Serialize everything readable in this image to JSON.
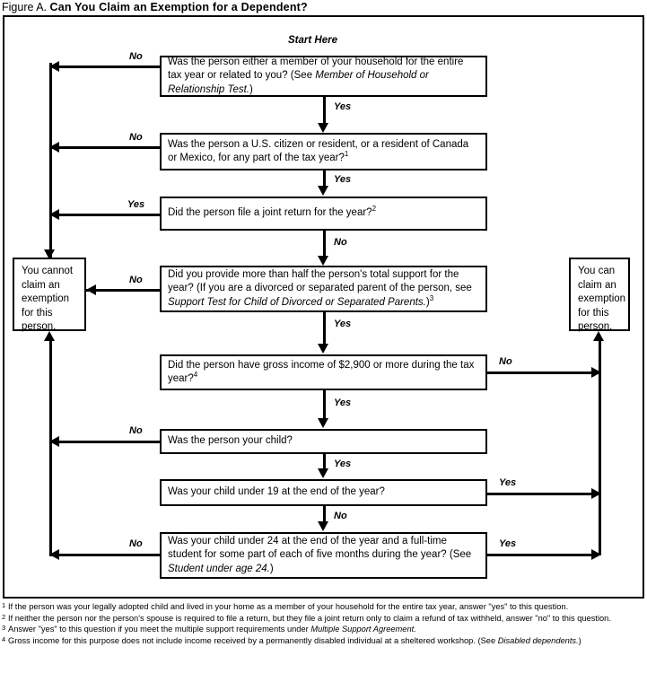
{
  "figure": {
    "label": "Figure A.",
    "title": "Can You Claim an Exemption for a Dependent?"
  },
  "diagram": {
    "start_label": "Start Here",
    "boxes": [
      {
        "id": "household-or-relationship",
        "text_a": "Was the person either a member of your household for the entire tax year or related to you? (See ",
        "text_i": "Member of Household or Relationship Test.",
        "text_b": ")"
      },
      {
        "id": "citizen-or-resident",
        "text_a": "Was the person a U.S. citizen or resident, or a resident of Canada or Mexico, for any part of the tax year?",
        "sup": "1"
      },
      {
        "id": "joint-return",
        "text_a": "Did the person file a joint return for the year?",
        "sup": "2"
      },
      {
        "id": "support-test",
        "text_a": "Did you provide more than half the person's total support for the year? (If you are a divorced or separated parent of the person, see ",
        "text_i": "Support Test for Child of Divorced or Separated Parents.",
        "text_b": ")",
        "sup": "3"
      },
      {
        "id": "gross-income",
        "text_a": "Did the person have gross income of $2,900 or more during the tax year?",
        "sup": "4"
      },
      {
        "id": "your-child",
        "text_a": "Was the person your child?"
      },
      {
        "id": "under-19",
        "text_a": "Was your child under 19 at the end of the year?"
      },
      {
        "id": "under-24-student",
        "text_a": "Was your child under 24 at the end of the year and a full-time student for some part of each of five months during the year? (See ",
        "text_i": "Student under age 24.",
        "text_b": ")"
      }
    ],
    "terminals": {
      "cannot": "You cannot claim an exemption for this person.",
      "can": "You can claim an exemption for this person."
    },
    "edge_labels": {
      "no": "No",
      "yes": "Yes"
    },
    "edges": [
      {
        "from": "household-or-relationship",
        "label": "No",
        "to": "cannot"
      },
      {
        "from": "household-or-relationship",
        "label": "Yes",
        "to": "citizen-or-resident"
      },
      {
        "from": "citizen-or-resident",
        "label": "No",
        "to": "cannot"
      },
      {
        "from": "citizen-or-resident",
        "label": "Yes",
        "to": "joint-return"
      },
      {
        "from": "joint-return",
        "label": "Yes",
        "to": "cannot"
      },
      {
        "from": "joint-return",
        "label": "No",
        "to": "support-test"
      },
      {
        "from": "support-test",
        "label": "No",
        "to": "cannot"
      },
      {
        "from": "support-test",
        "label": "Yes",
        "to": "gross-income"
      },
      {
        "from": "gross-income",
        "label": "No",
        "to": "can"
      },
      {
        "from": "gross-income",
        "label": "Yes",
        "to": "your-child"
      },
      {
        "from": "your-child",
        "label": "No",
        "to": "cannot"
      },
      {
        "from": "your-child",
        "label": "Yes",
        "to": "under-19"
      },
      {
        "from": "under-19",
        "label": "Yes",
        "to": "can"
      },
      {
        "from": "under-19",
        "label": "No",
        "to": "under-24-student"
      },
      {
        "from": "under-24-student",
        "label": "No",
        "to": "cannot"
      },
      {
        "from": "under-24-student",
        "label": "Yes",
        "to": "can"
      }
    ]
  },
  "footnotes": [
    {
      "mark": "1",
      "text_a": "If the person was your legally adopted child and lived in your home as a member of your household for the entire tax year, answer \"yes\" to this question."
    },
    {
      "mark": "2",
      "text_a": "If neither the person nor the person's spouse is required to file a return, but they file a joint return only to claim a refund of tax withheld, answer \"no\" to this question."
    },
    {
      "mark": "3",
      "text_a": "Answer \"yes\" to this question if you meet the multiple support requirements under ",
      "text_i": "Multiple Support Agreement.",
      "text_b": ""
    },
    {
      "mark": "4",
      "text_a": "Gross income for this purpose does not include income received by a permanently disabled individual at a sheltered workshop. (See ",
      "text_i": "Disabled dependents.",
      "text_b": ")"
    }
  ]
}
